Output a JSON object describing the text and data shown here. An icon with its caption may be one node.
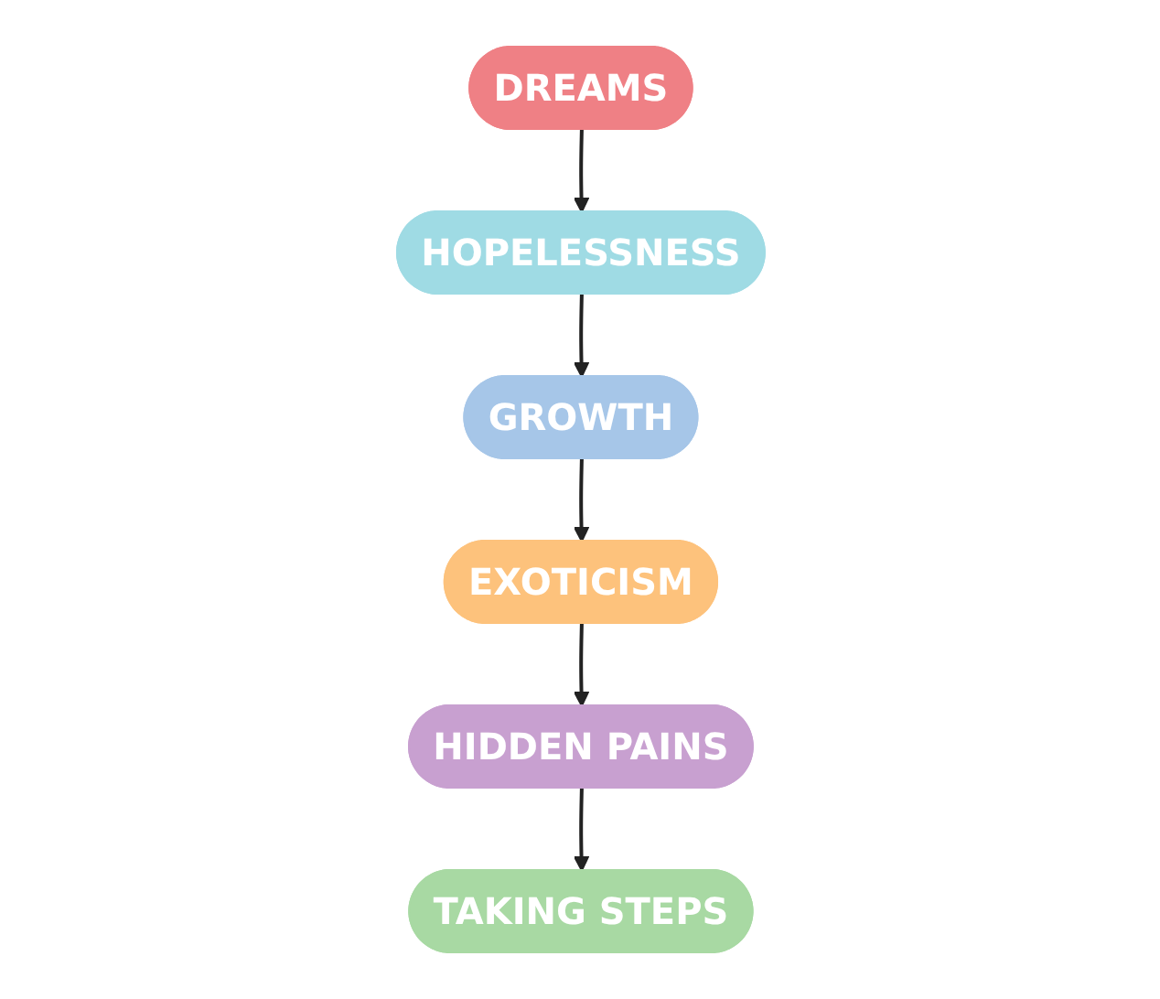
{
  "diagram": {
    "nodes": [
      {
        "text": [
          "DREAMS"
        ]
      },
      {
        "text": [
          "HOPELESSNESS"
        ]
      },
      {
        "text": [
          "TAKING STEPS"
        ]
      },
      {
        "text": [
          "GROWTH"
        ]
      },
      {
        "text": [
          "HIDDEN PAINS"
        ]
      },
      {
        "text": [
          "EXOTICISM"
        ]
      }
    ],
    "edges": [
      {
        "from": 0,
        "to": 1,
        "arrow": "to"
      },
      {
        "from": 1,
        "to": 3,
        "arrow": "to"
      },
      {
        "from": 3,
        "to": 5,
        "arrow": "to"
      },
      {
        "from": 5,
        "to": 4,
        "arrow": "to"
      },
      {
        "from": 4,
        "to": 2,
        "arrow": "to"
      }
    ]
  }
}
